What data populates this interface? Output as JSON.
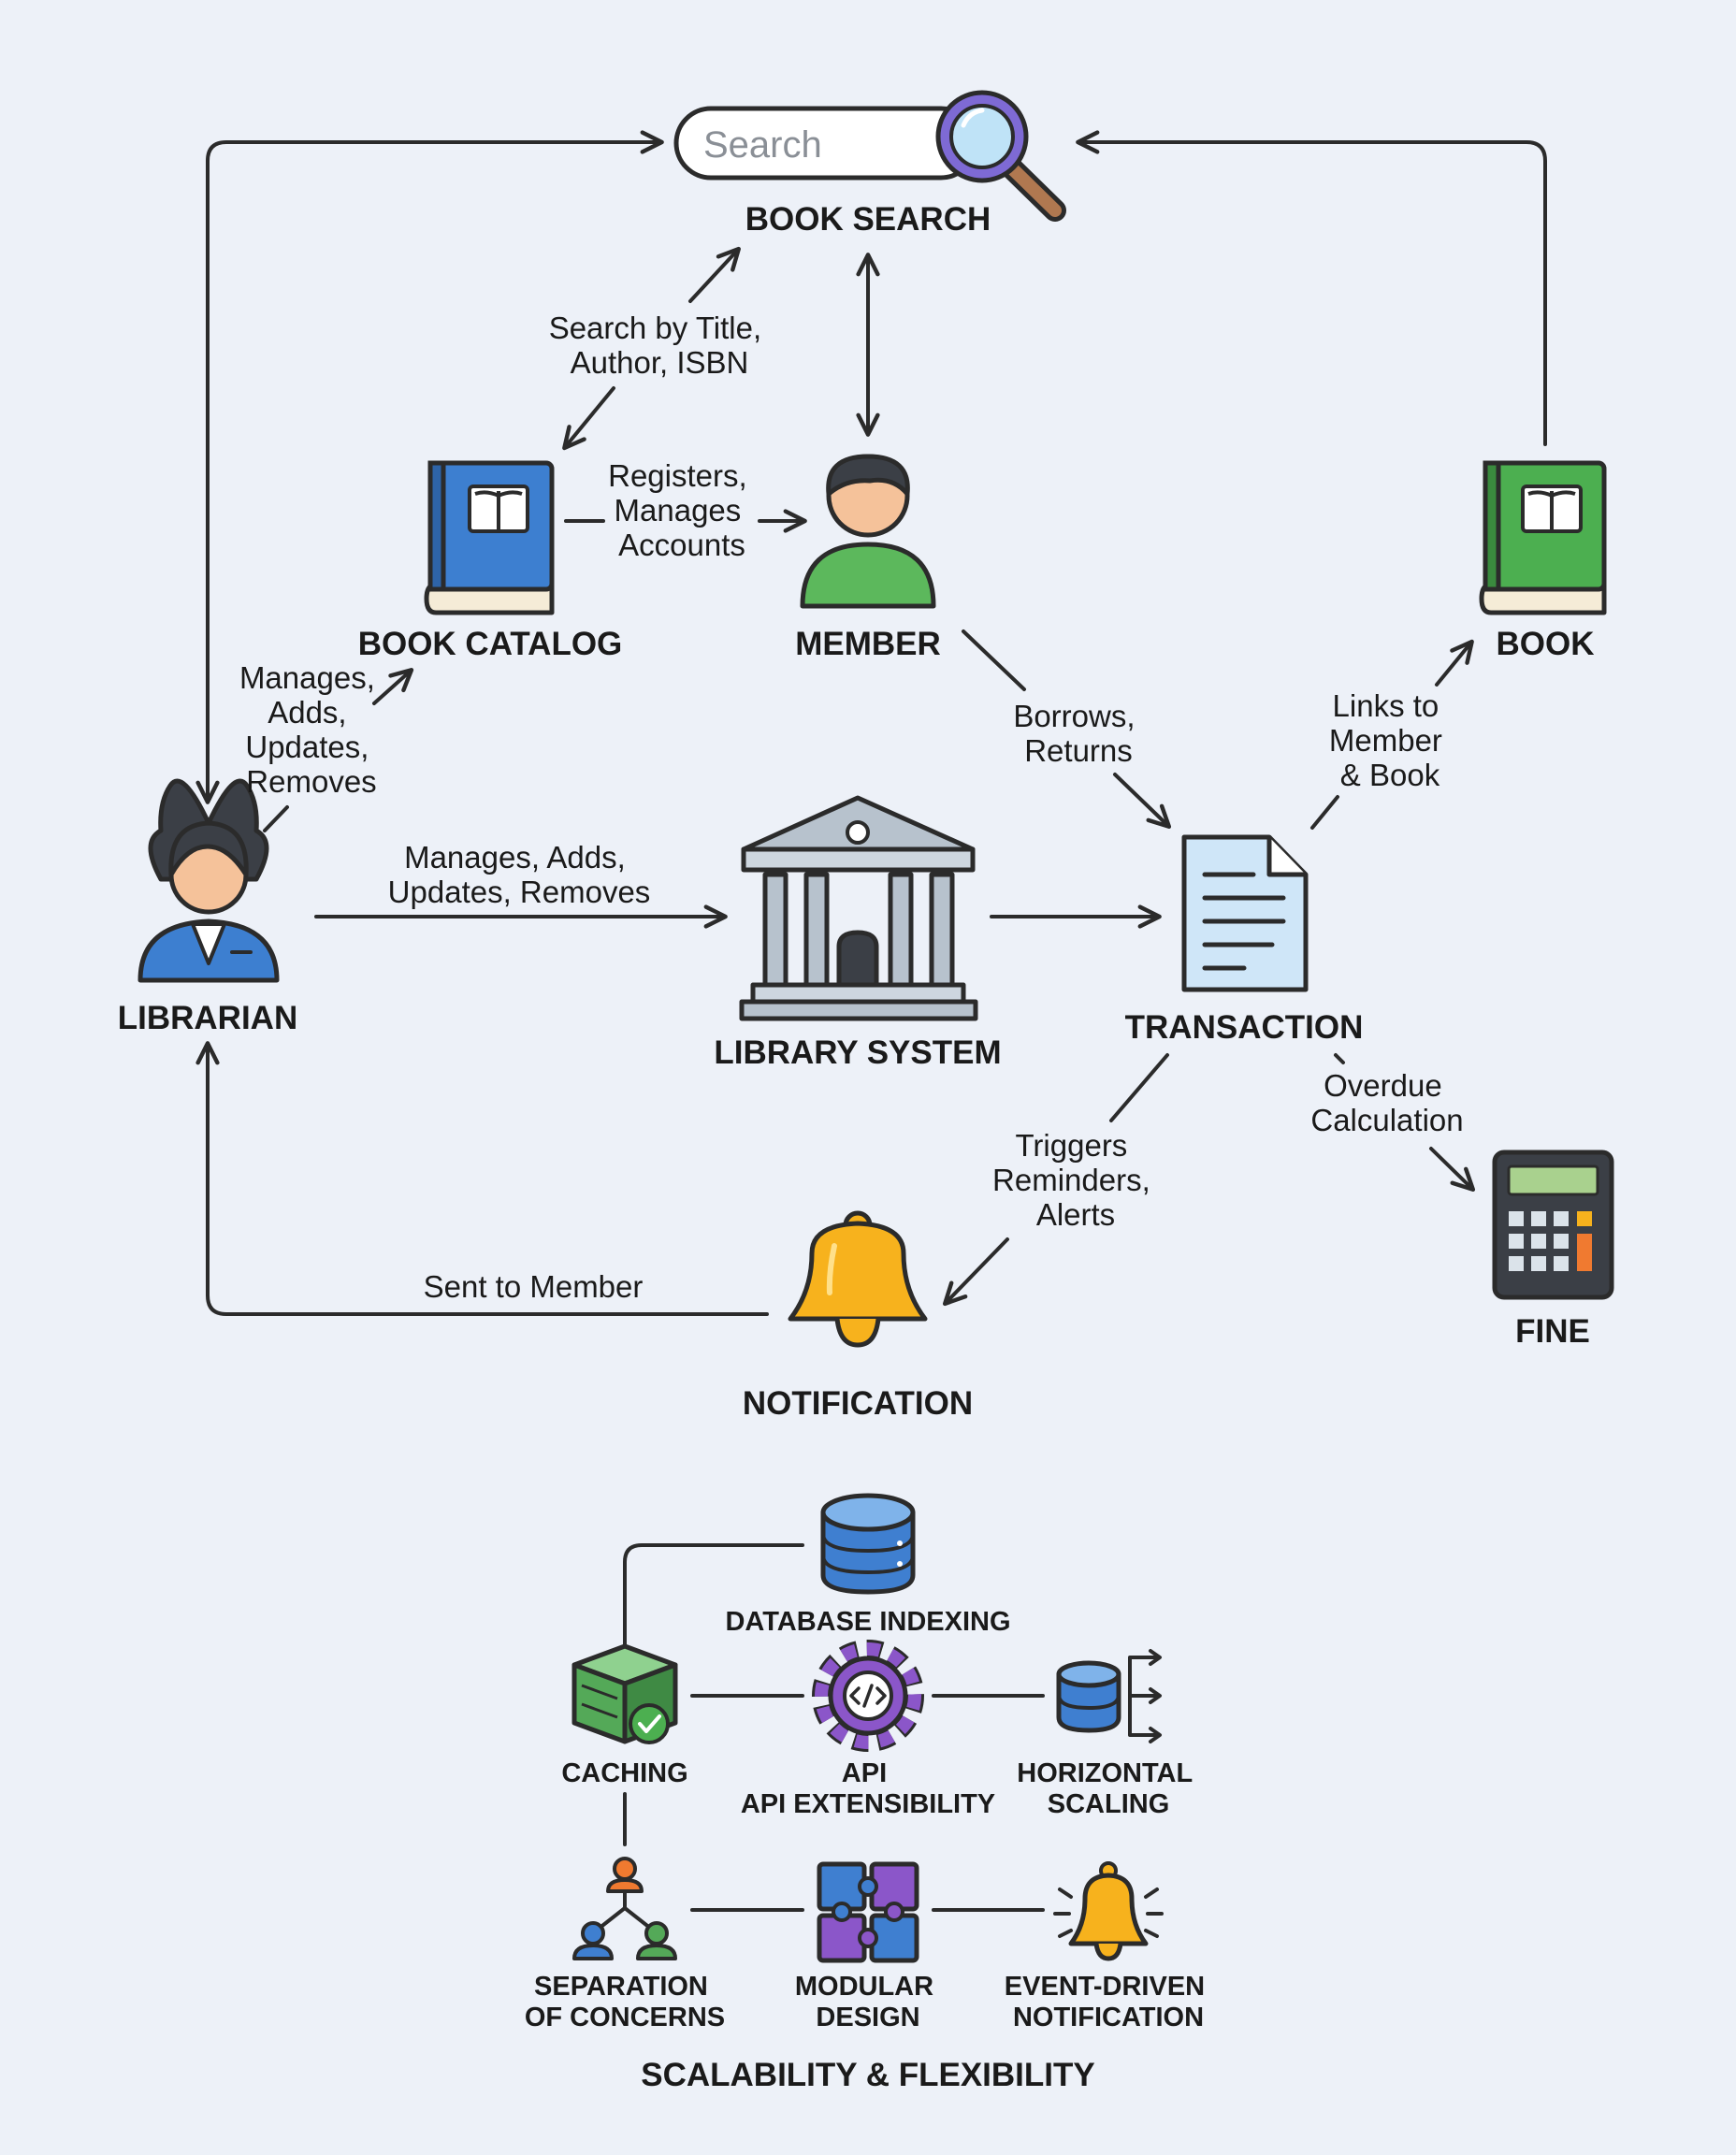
{
  "nodes": {
    "book_search": "BOOK SEARCH",
    "book_catalog": "BOOK CATALOG",
    "member": "MEMBER",
    "book": "BOOK",
    "librarian": "LIBRARIAN",
    "library_system": "LIBRARY SYSTEM",
    "transaction": "TRANSACTION",
    "fine": "FINE",
    "notification": "NOTIFICATION"
  },
  "search": {
    "placeholder": "Search"
  },
  "edges": {
    "search_by": [
      "Search by Title,",
      "Author, ISBN"
    ],
    "registers": [
      "Registers,",
      "Manages",
      "Accounts"
    ],
    "manages_catalog": [
      "Manages,",
      "Adds,",
      "Updates,",
      "Removes"
    ],
    "manages_system": [
      "Manages, Adds,",
      "Updates, Removes"
    ],
    "borrows": [
      "Borrows,",
      "Returns"
    ],
    "links_to": [
      "Links to",
      "Member",
      "& Book"
    ],
    "overdue": [
      "Overdue",
      "Calculation"
    ],
    "triggers": [
      "Triggers",
      "Reminders,",
      "Alerts"
    ],
    "sent_to": "Sent to Member"
  },
  "scalability": {
    "title": "SCALABILITY & FLEXIBILITY",
    "database_indexing": "DATABASE INDEXING",
    "caching": "CACHING",
    "api": [
      "API",
      "API EXTENSIBILITY"
    ],
    "horizontal_scaling": [
      "HORIZONTAL",
      "SCALING"
    ],
    "separation": [
      "SEPARATION",
      "OF CONCERNS"
    ],
    "modular": [
      "MODULAR",
      "DESIGN"
    ],
    "event_driven": [
      "EVENT-DRIVEN",
      "NOTIFICATION"
    ]
  },
  "colors": {
    "background": "#edf1f8",
    "catalog_blue": "#3d7fd0",
    "book_green": "#4caf50",
    "member_green": "#5cb85c",
    "bell_yellow": "#f7b21d",
    "search_purple": "#7e6ad4",
    "gear_purple": "#8b56c9",
    "server_green": "#54a958",
    "database_blue": "#3f7fd0"
  }
}
